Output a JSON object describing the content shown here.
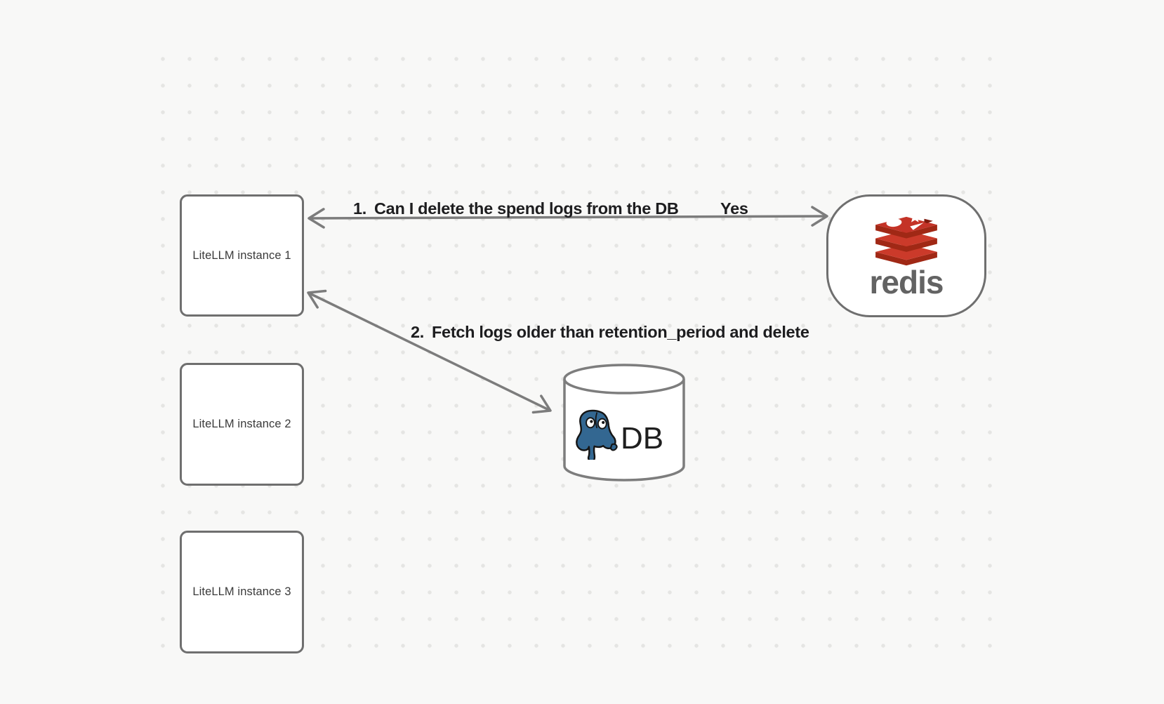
{
  "nodes": {
    "instance1": {
      "label": "LiteLLM instance 1"
    },
    "instance2": {
      "label": "LiteLLM instance 2"
    },
    "instance3": {
      "label": "LiteLLM instance 3"
    },
    "redis": {
      "wordmark": "redis",
      "icon": "redis-stack-icon"
    },
    "db": {
      "label": "DB",
      "icon": "postgresql-elephant-icon"
    }
  },
  "annotations": {
    "arrow1": {
      "number": "1.",
      "text": "Can I delete the spend logs from the DB",
      "response": "Yes"
    },
    "arrow2": {
      "number": "2.",
      "text": "Fetch logs older than retention_period and delete"
    }
  },
  "colors": {
    "background": "#f8f8f7",
    "grid_dot": "#e5e5e3",
    "node_border": "#6f6f6f",
    "node_fill": "#ffffff",
    "node_text": "#3a3a3a",
    "arrow": "#7c7c7c",
    "annotation_text": "#1d1d1f",
    "redis_red_bright": "#cb3a2a",
    "redis_red_dark": "#a02815",
    "redis_wordmark": "#636363",
    "postgres_blue": "#336791",
    "db_text": "#1f1f1f"
  }
}
